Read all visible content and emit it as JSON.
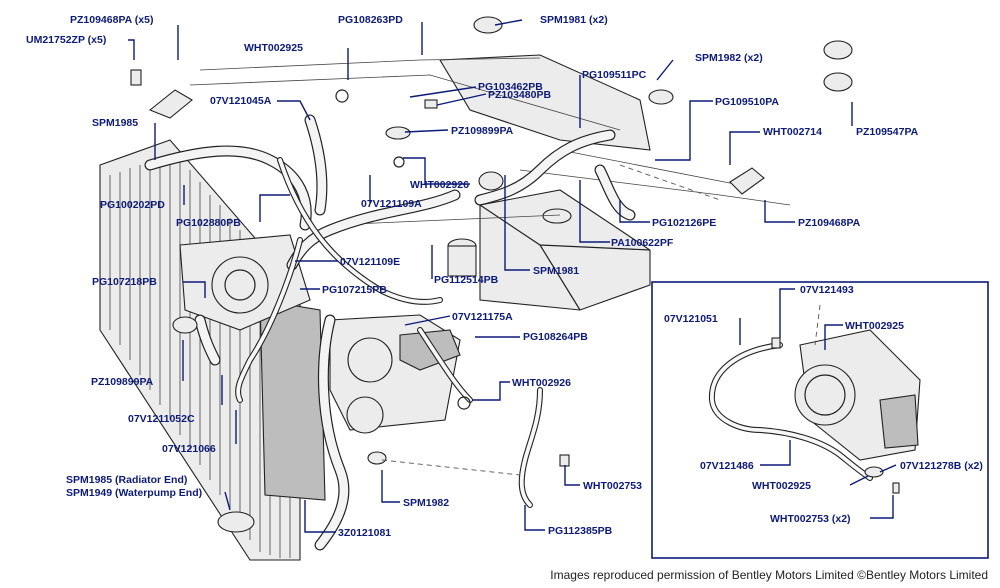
{
  "diagram": {
    "labels": {
      "pz109468pa_x5": "PZ109468PA (x5)",
      "um21752zp_x5": "UM21752ZP (x5)",
      "pg108263pd": "PG108263PD",
      "spm1981_x2": "SPM1981 (x2)",
      "wht002925_top": "WHT002925",
      "spm1982_x2": "SPM1982 (x2)",
      "pg103462pb": "PG103462PB",
      "pz103480pb": "PZ103480PB",
      "pg109511pc": "PG109511PC",
      "v07v121045a": "07V121045A",
      "pg109510pa": "PG109510PA",
      "spm1985": "SPM1985",
      "pz109899pa_top": "PZ109899PA",
      "wht002714": "WHT002714",
      "pz109547pa": "PZ109547PA",
      "wht002926_top": "WHT002926",
      "pg100202pd": "PG100202PD",
      "v07v121109a": "07V121109A",
      "pg102880pb": "PG102880PB",
      "pg102126pe": "PG102126PE",
      "pz109468pa": "PZ109468PA",
      "pa100622pf": "PA100622PF",
      "v07v121109e": "07V121109E",
      "spm1981": "SPM1981",
      "pg107218pb": "PG107218PB",
      "pg112514pb": "PG112514PB",
      "pg107215pb": "PG107215PB",
      "v07v121175a": "07V121175A",
      "pg108264pb": "PG108264PB",
      "pz109899pa_left": "PZ109899PA",
      "wht002926_mid": "WHT002926",
      "v07v1211052c": "07V1211052C",
      "v07v121066": "07V121066",
      "spm1985_rad": "SPM1985 (Radiator End)",
      "spm1949_wp": "SPM1949 (Waterpump End)",
      "spm1982": "SPM1982",
      "wht002753_mid": "WHT002753",
      "pg112385pb": "PG112385PB",
      "z3_0121081": "3Z0121081",
      "v07v121493": "07V121493",
      "v07v121051": "07V121051",
      "wht002925_inset": "WHT002925",
      "v07v121486": "07V121486",
      "v07v121278b_x2": "07V121278B (x2)",
      "wht002925_inset_low": "WHT002925",
      "wht002753_x2": "WHT002753 (x2)"
    },
    "copyright": "Images reproduced permission of Bentley Motors Limited ©Bentley Motors Limited"
  },
  "colors": {
    "label_text": "#0c1a7a",
    "leader_line": "#0c1a7a",
    "line_art": "#222222",
    "background": "#ffffff"
  }
}
